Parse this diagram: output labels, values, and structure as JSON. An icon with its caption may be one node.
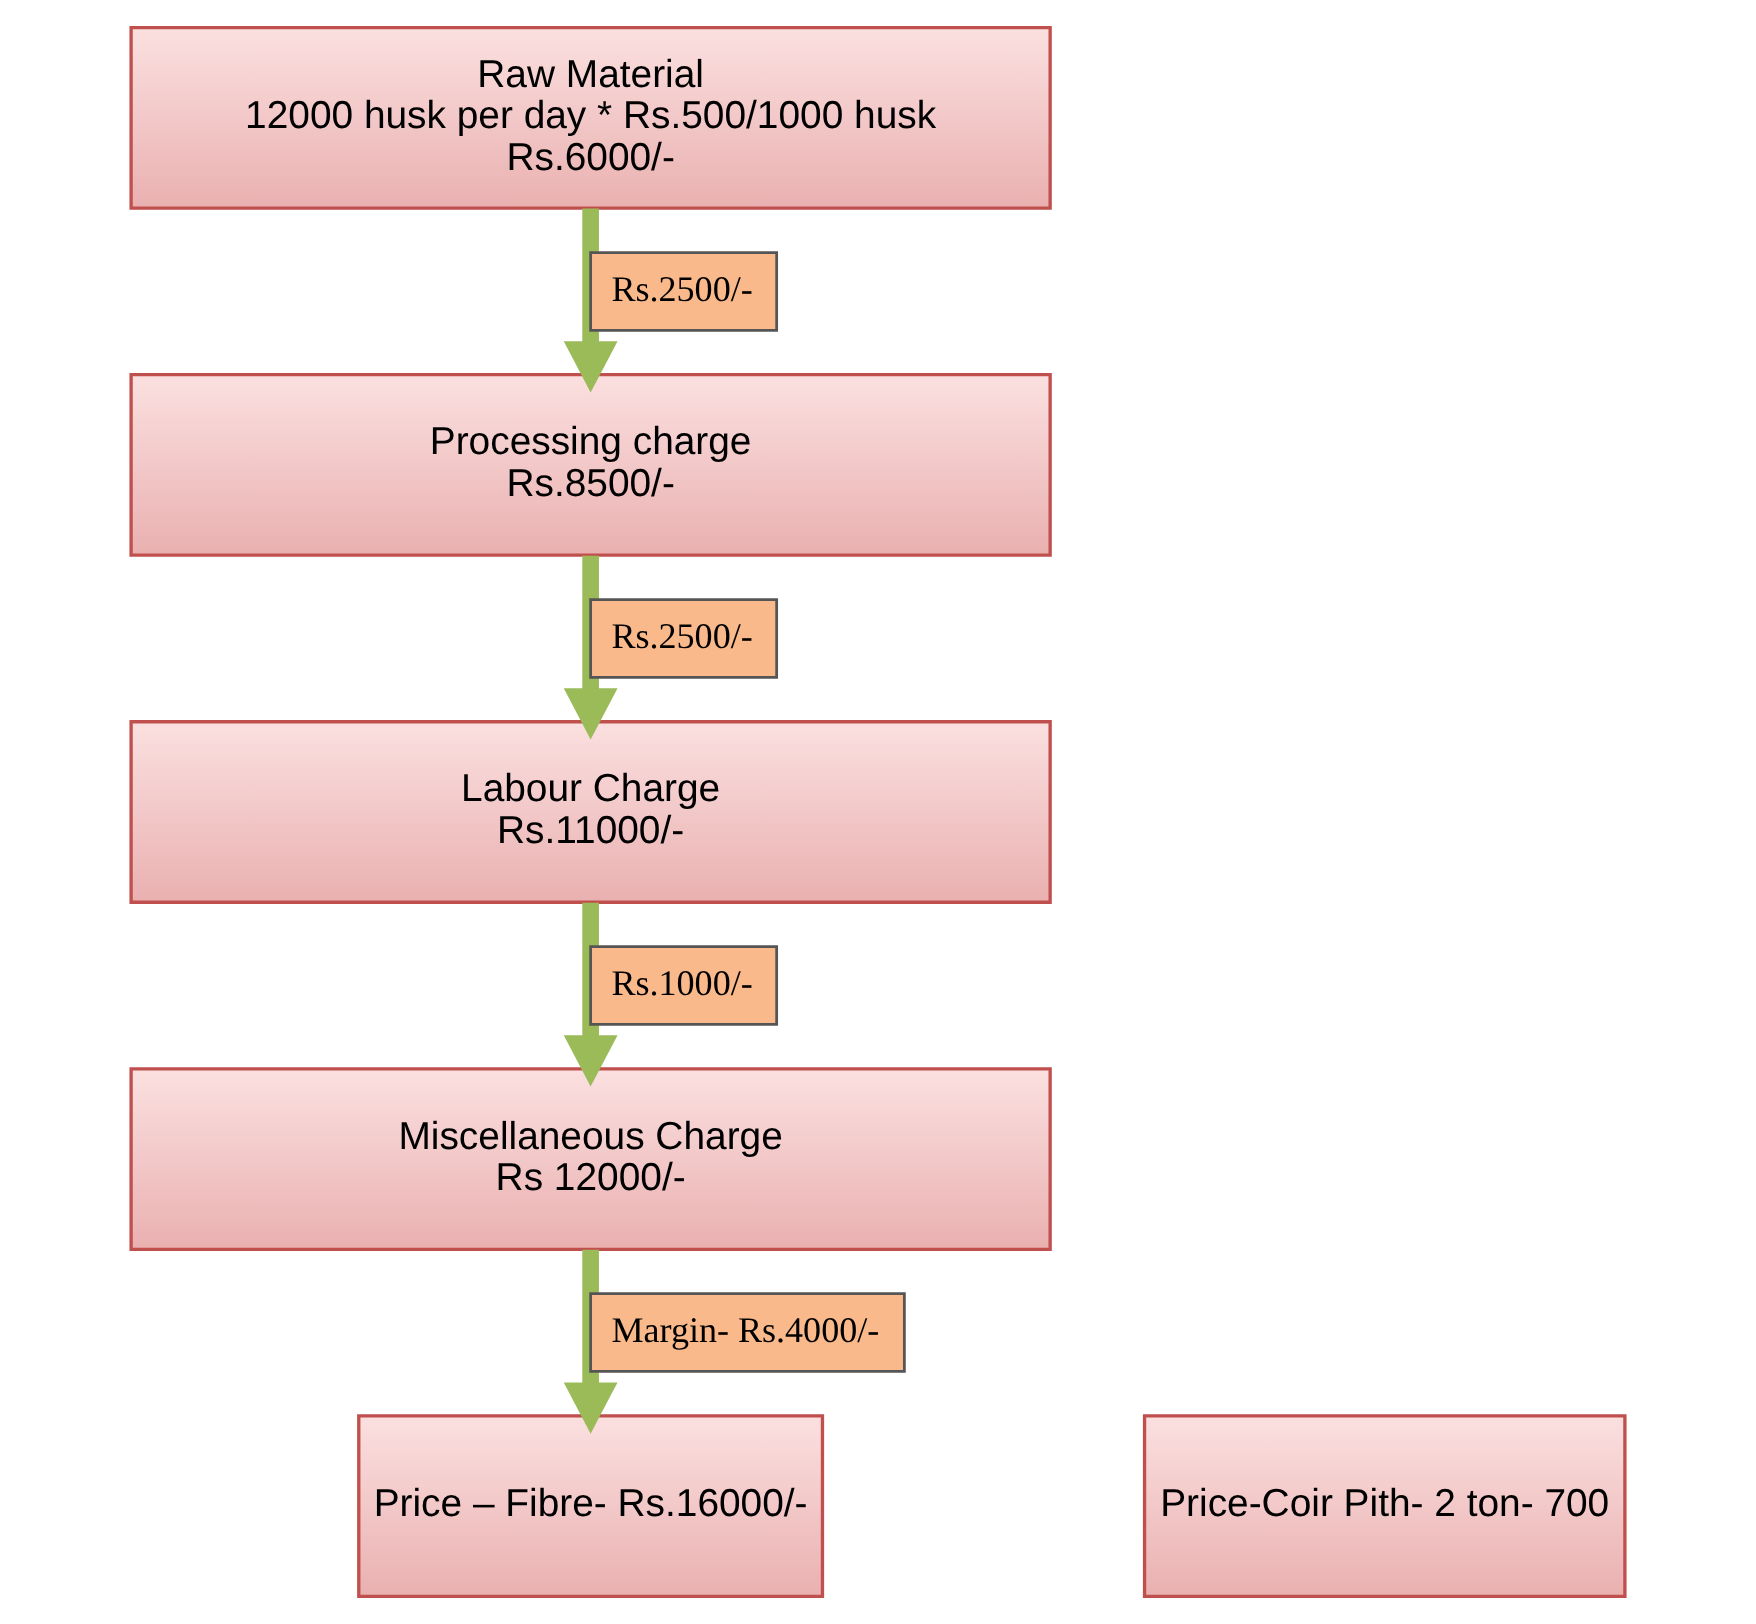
{
  "diagram": {
    "nodes": [
      {
        "text": [
          "Raw Material",
          "12000 husk per day * Rs.500/1000 husk",
          "Rs.6000/-"
        ]
      },
      {
        "text": [
          "Processing charge",
          "Rs.8500/-"
        ]
      },
      {
        "text": [
          "Labour Charge",
          "Rs.11000/-"
        ]
      },
      {
        "text": [
          "Miscellaneous Charge",
          "Rs 12000/-"
        ]
      },
      {
        "text": [
          "Price – Fibre- Rs.16000/-"
        ]
      },
      {
        "text": [
          "Price-Coir Pith- 2 ton- 700"
        ]
      }
    ],
    "edges": [
      {
        "from": 0,
        "to": 1,
        "arrow": "to",
        "label": "Rs.2500/-"
      },
      {
        "from": 1,
        "to": 2,
        "arrow": "to",
        "label": "Rs.2500/-"
      },
      {
        "from": 2,
        "to": 3,
        "arrow": "to",
        "label": "Rs.1000/-"
      },
      {
        "from": 3,
        "to": 4,
        "arrow": "to",
        "label": "Margin- Rs.4000/-"
      }
    ]
  }
}
